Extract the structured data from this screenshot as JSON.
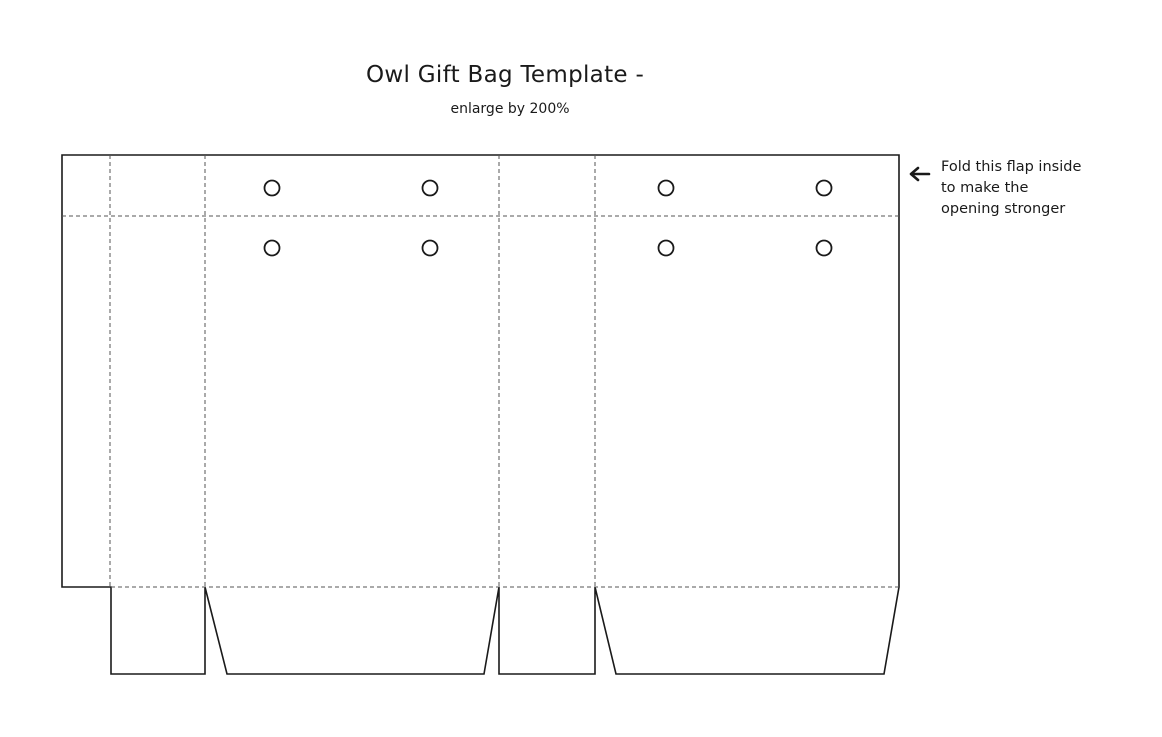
{
  "header": {
    "title": "Owl Gift Bag Template -",
    "subtitle": "enlarge by 200%"
  },
  "annotation": {
    "lines": [
      "Fold this flap inside",
      "to make the",
      "opening stronger"
    ],
    "arrow_icon": "arrow-left-icon"
  },
  "template": {
    "holes": 8,
    "line_color": "#1a1a1a",
    "fold_line_color": "#555555"
  }
}
